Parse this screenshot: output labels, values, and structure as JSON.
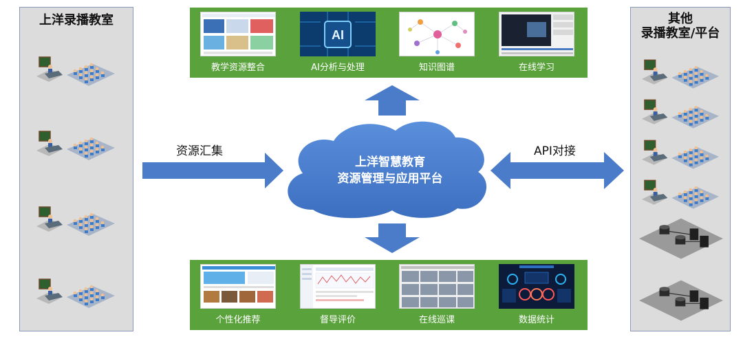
{
  "left_panel": {
    "title": "上洋录播教室"
  },
  "right_panel": {
    "title_line1": "其他",
    "title_line2": "录播教室/平台"
  },
  "top_strip": {
    "items": [
      {
        "label": "教学资源整合",
        "icon": "resource-grid-thumbnail"
      },
      {
        "label": "AI分析与处理",
        "icon": "ai-chip-thumbnail"
      },
      {
        "label": "知识图谱",
        "icon": "knowledge-graph-thumbnail"
      },
      {
        "label": "在线学习",
        "icon": "online-video-thumbnail"
      }
    ]
  },
  "bottom_strip": {
    "items": [
      {
        "label": "个性化推荐",
        "icon": "recommendation-thumbnail"
      },
      {
        "label": "督导评价",
        "icon": "evaluation-chart-thumbnail"
      },
      {
        "label": "在线巡课",
        "icon": "camera-grid-thumbnail"
      },
      {
        "label": "数据统计",
        "icon": "dashboard-thumbnail"
      }
    ]
  },
  "center": {
    "line1": "上洋智慧教育",
    "line2": "资源管理与应用平台",
    "color": "#4c7fd0"
  },
  "arrows": {
    "left_label": "资源汇集",
    "right_label": "API对接",
    "color": "#4a7cc9"
  },
  "colors": {
    "strip": "#5aa33c",
    "panel": "#dcdcdc"
  }
}
